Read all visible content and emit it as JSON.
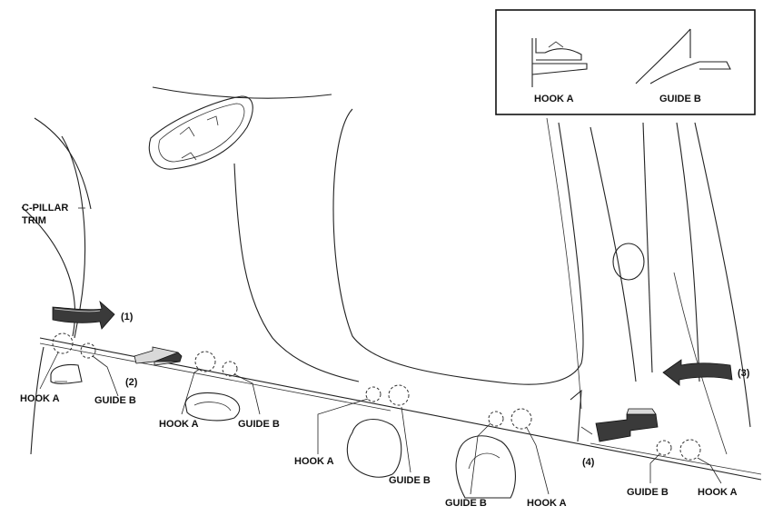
{
  "inset": {
    "hook_label": "HOOK A",
    "guide_label": "GUIDE B"
  },
  "labels": {
    "c_pillar_line1": "C-PILLAR",
    "c_pillar_line2": "TRIM",
    "hook": "HOOK A",
    "guide": "GUIDE B"
  },
  "steps": [
    "(1)",
    "(2)",
    "(3)",
    "(4)"
  ]
}
